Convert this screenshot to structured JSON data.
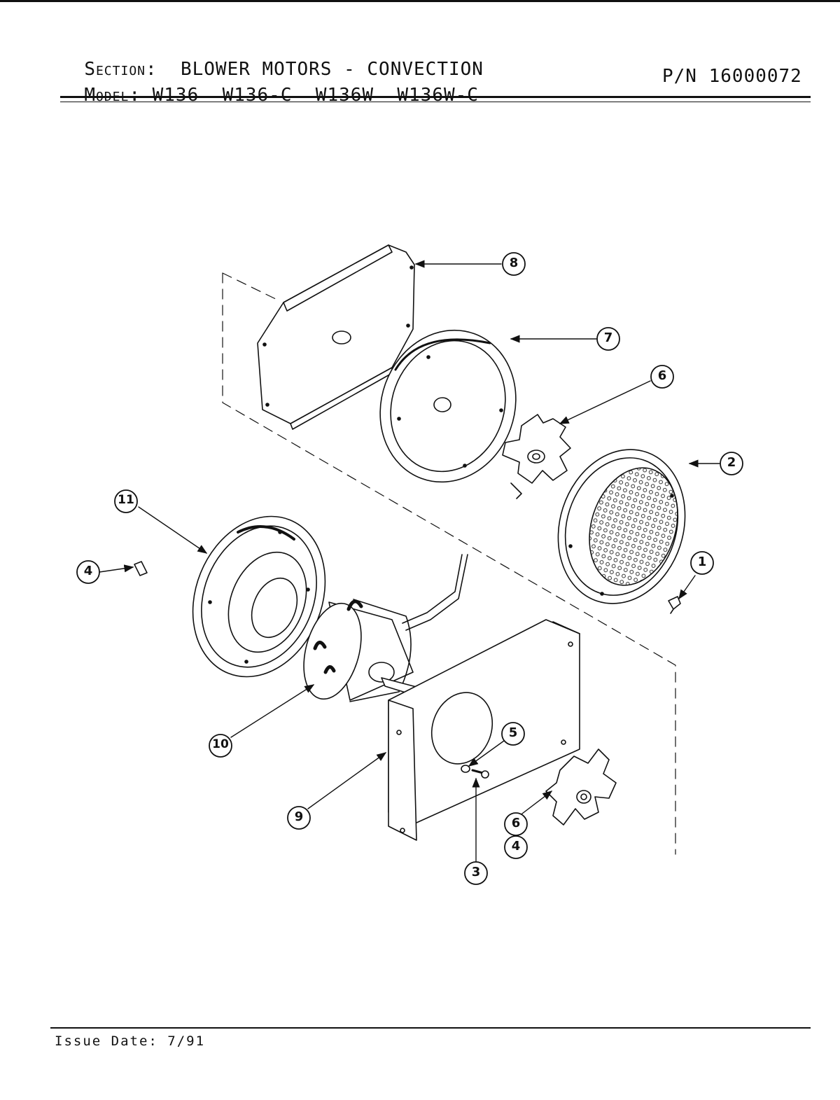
{
  "header": {
    "section_label": "Section:",
    "section_value": "BLOWER MOTORS - CONVECTION",
    "model_label": "Model:",
    "models": [
      "W136",
      "W136-C",
      "W136W",
      "W136W-C"
    ],
    "part_number": "P/N 16000072"
  },
  "callouts": [
    {
      "id": "callout-8",
      "label": "8",
      "part": "part-8"
    },
    {
      "id": "callout-7",
      "label": "7",
      "part": "part-7"
    },
    {
      "id": "callout-6-upper",
      "label": "6",
      "part": "part-6"
    },
    {
      "id": "callout-2",
      "label": "2",
      "part": "part-2"
    },
    {
      "id": "callout-1",
      "label": "1",
      "part": "part-1"
    },
    {
      "id": "callout-11",
      "label": "11",
      "part": "part-11"
    },
    {
      "id": "callout-4-left",
      "label": "4",
      "part": "part-4"
    },
    {
      "id": "callout-10",
      "label": "10",
      "part": "part-10"
    },
    {
      "id": "callout-5",
      "label": "5",
      "part": "part-5"
    },
    {
      "id": "callout-9",
      "label": "9",
      "part": "part-9"
    },
    {
      "id": "callout-3",
      "label": "3",
      "part": "part-3"
    },
    {
      "id": "callout-6-lower",
      "label": "6",
      "part": "part-6"
    },
    {
      "id": "callout-4-lower",
      "label": "4",
      "part": "part-4"
    }
  ],
  "footer": {
    "issue_date": "Issue Date: 7/91"
  }
}
